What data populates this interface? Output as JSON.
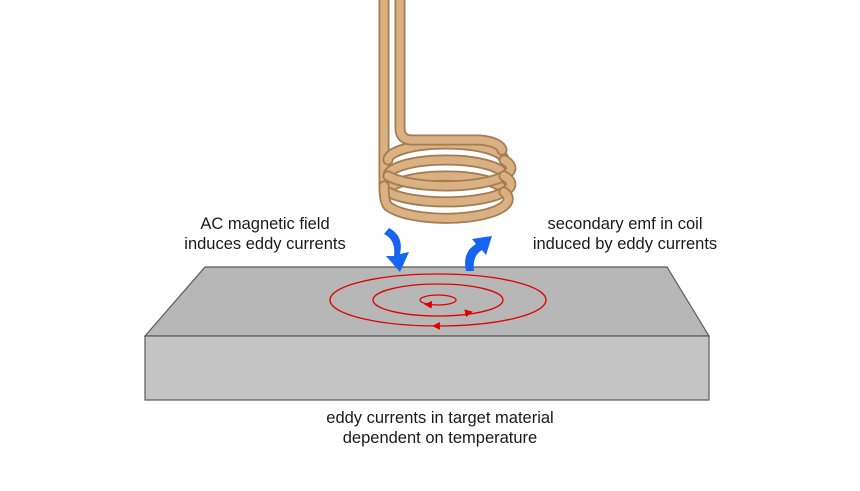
{
  "labels": {
    "field_line1": "AC magnetic field",
    "field_line2": "induces eddy currents",
    "emf_line1": "secondary emf in coil",
    "emf_line2": "induced by eddy currents",
    "eddy_line1": "eddy currents in target material",
    "eddy_line2": "dependent on temperature"
  },
  "colors": {
    "coil": "#d9b183",
    "coil_outline": "#a57b50",
    "plate_top": "#b7b7b7",
    "plate_front": "#c4c4c4",
    "plate_outline": "#595959",
    "eddy_current": "#e00000",
    "field_arrow": "#1664f0"
  },
  "icons": {
    "down_arrow": "curved-arrow-down-icon",
    "up_arrow": "curved-arrow-up-icon"
  }
}
